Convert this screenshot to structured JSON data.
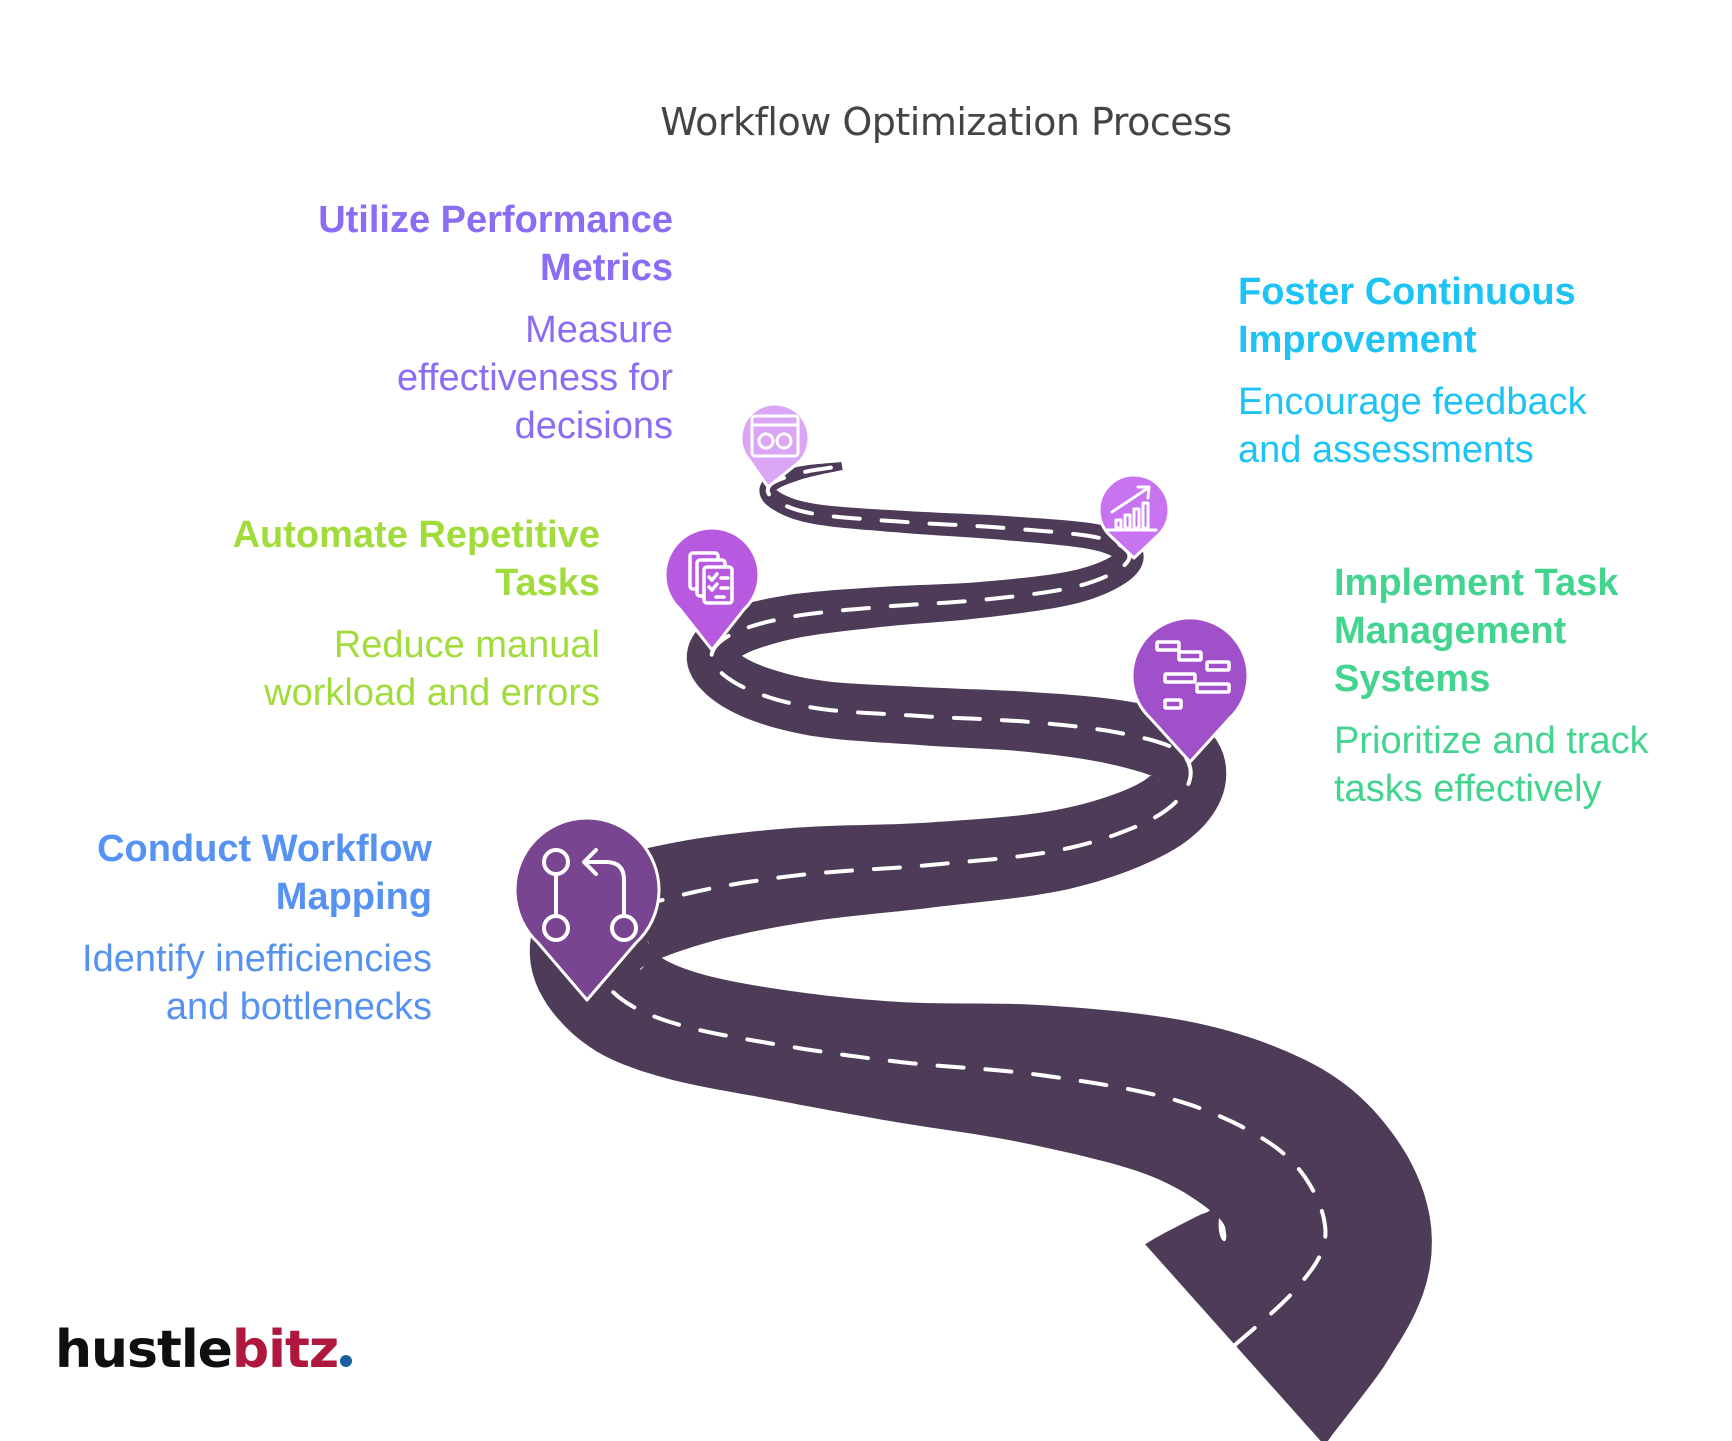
{
  "title": "Workflow Optimization Process",
  "colors": {
    "road": "#4e3b57",
    "road_dash": "#ffffff"
  },
  "steps": [
    {
      "id": "step-1",
      "heading": "Conduct Workflow Mapping",
      "heading_lines": [
        "Conduct Workflow",
        "Mapping"
      ],
      "description_lines": [
        "Identify inefficiencies",
        "and bottlenecks"
      ],
      "text_color": "#5592f2",
      "pin_color": "#7a4590",
      "icon": "workflow-branch-icon"
    },
    {
      "id": "step-2",
      "heading": "Implement Task Management Systems",
      "heading_lines": [
        "Implement Task",
        "Management",
        "Systems"
      ],
      "description_lines": [
        "Prioritize and track",
        "tasks effectively"
      ],
      "text_color": "#43d48f",
      "pin_color": "#a050c8",
      "icon": "gantt-chart-icon"
    },
    {
      "id": "step-3",
      "heading": "Automate Repetitive Tasks",
      "heading_lines": [
        "Automate Repetitive",
        "Tasks"
      ],
      "description_lines": [
        "Reduce manual",
        "workload and errors"
      ],
      "text_color": "#a1dc3c",
      "pin_color": "#b85ae0",
      "icon": "checklist-documents-icon"
    },
    {
      "id": "step-4",
      "heading": "Foster Continuous Improvement",
      "heading_lines": [
        "Foster Continuous",
        "Improvement"
      ],
      "description_lines": [
        "Encourage feedback",
        "and assessments"
      ],
      "text_color": "#1ec3f5",
      "pin_color": "#c873f0",
      "icon": "growth-chart-icon"
    },
    {
      "id": "step-5",
      "heading": "Utilize Performance Metrics",
      "heading_lines": [
        "Utilize Performance",
        "Metrics"
      ],
      "description_lines": [
        "Measure",
        "effectiveness for",
        "decisions"
      ],
      "text_color": "#8b6cf4",
      "pin_color": "#dba6f6",
      "icon": "dashboard-metrics-icon"
    }
  ],
  "logo": {
    "part1": "hustle",
    "part2": "bitz",
    "colors": {
      "part1": "#0f0f0f",
      "part2": "#b0173f",
      "dot": "#1a5f9e"
    }
  }
}
